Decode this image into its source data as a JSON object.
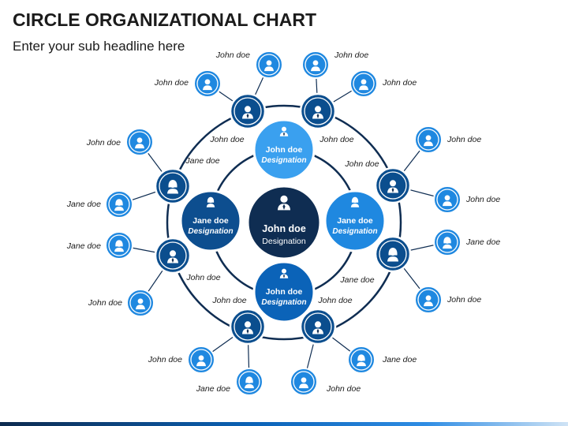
{
  "header": {
    "title": "CIRCLE ORGANIZATIONAL CHART",
    "subtitle": "Enter your sub headline here"
  },
  "colors": {
    "center": "#0f2d52",
    "left_node": "#0d4e8f",
    "right_node": "#1f88e0",
    "top_node": "#3aa0ef",
    "bottom_node": "#0b63b8",
    "ring": "#0f2d52",
    "ring_node": "#0b4e8e",
    "outer_node": "#1f88e0",
    "outer_ring": "#ffffff"
  },
  "center": {
    "name": "John doe",
    "designation": "Designation",
    "icon": "man-tie-icon"
  },
  "main_nodes": [
    {
      "id": "top",
      "name": "John doe",
      "designation": "Designation",
      "icon": "man-tie-icon"
    },
    {
      "id": "right",
      "name": "Jane doe",
      "designation": "Designation",
      "icon": "woman-icon"
    },
    {
      "id": "bottom",
      "name": "John doe",
      "designation": "Designation",
      "icon": "man-tie-icon"
    },
    {
      "id": "left",
      "name": "Jane doe",
      "designation": "Designation",
      "icon": "woman-icon"
    }
  ],
  "branches": [
    {
      "id": "top-left",
      "icon": "man-tie-icon",
      "label": "John doe",
      "leaves": [
        {
          "label": "John doe",
          "icon": "man-icon"
        },
        {
          "label": "John doe",
          "icon": "man-icon"
        }
      ]
    },
    {
      "id": "top-right",
      "icon": "man-tie-icon",
      "label": "John doe",
      "leaves": [
        {
          "label": "John doe",
          "icon": "man-icon"
        },
        {
          "label": "John doe",
          "icon": "man-icon"
        }
      ]
    },
    {
      "id": "right-top",
      "icon": "man-tie-icon",
      "label": "John doe",
      "leaves": [
        {
          "label": "John doe",
          "icon": "man-icon"
        },
        {
          "label": "John doe",
          "icon": "man-icon"
        }
      ]
    },
    {
      "id": "right-bottom",
      "icon": "woman-icon",
      "label": "Jane doe",
      "leaves": [
        {
          "label": "Jane doe",
          "icon": "woman-icon"
        },
        {
          "label": "John doe",
          "icon": "man-icon"
        }
      ]
    },
    {
      "id": "bottom-right",
      "icon": "man-tie-icon",
      "label": "John doe",
      "leaves": [
        {
          "label": "Jane doe",
          "icon": "woman-icon"
        },
        {
          "label": "John doe",
          "icon": "man-icon"
        }
      ]
    },
    {
      "id": "bottom-left",
      "icon": "man-tie-icon",
      "label": "John doe",
      "leaves": [
        {
          "label": "John doe",
          "icon": "man-icon"
        },
        {
          "label": "Jane doe",
          "icon": "woman-icon"
        }
      ]
    },
    {
      "id": "left-bottom",
      "icon": "man-tie-icon",
      "label": "John doe",
      "leaves": [
        {
          "label": "Jane doe",
          "icon": "woman-icon"
        },
        {
          "label": "John doe",
          "icon": "man-icon"
        }
      ]
    },
    {
      "id": "left-top",
      "icon": "woman-icon",
      "label": "Jane doe",
      "leaves": [
        {
          "label": "John doe",
          "icon": "man-icon"
        },
        {
          "label": "Jane doe",
          "icon": "woman-icon"
        }
      ]
    }
  ]
}
